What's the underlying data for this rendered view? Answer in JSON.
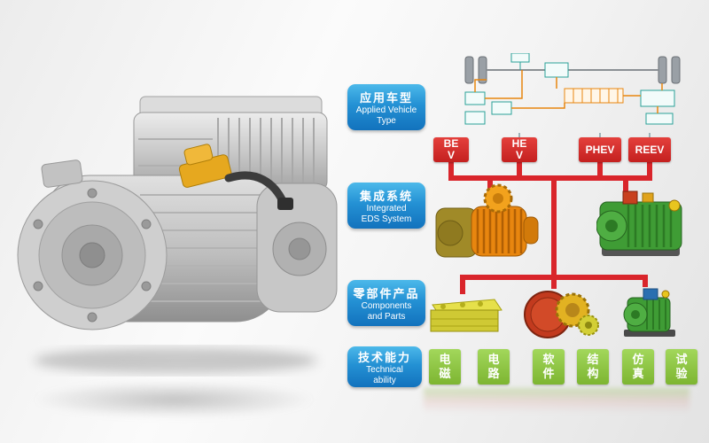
{
  "colors": {
    "accent_blue": "#1272bd",
    "accent_red": "#d9252b",
    "accent_green": "#7db531",
    "accent_orange": "#e8860f"
  },
  "rows": {
    "applied_vehicle": {
      "zh": "应用车型",
      "en_line1": "Applied Vehicle",
      "en_line2": "Type"
    },
    "integrated_eds": {
      "zh": "集成系统",
      "en_line1": "Integrated",
      "en_line2": "EDS System"
    },
    "components_parts": {
      "zh": "零部件产品",
      "en_line1": "Components",
      "en_line2": "and Parts"
    },
    "technical_ability": {
      "zh": "技术能力",
      "en_line1": "Technical",
      "en_line2": "ability"
    }
  },
  "vehicle_types": [
    {
      "label": "BEV"
    },
    {
      "label": "HEV"
    },
    {
      "label": "PHEV"
    },
    {
      "label": "REEV"
    }
  ],
  "capabilities": [
    {
      "label": "电磁"
    },
    {
      "label": "电路"
    },
    {
      "label": "软件"
    },
    {
      "label": "结构"
    },
    {
      "label": "仿真"
    },
    {
      "label": "试验"
    }
  ]
}
